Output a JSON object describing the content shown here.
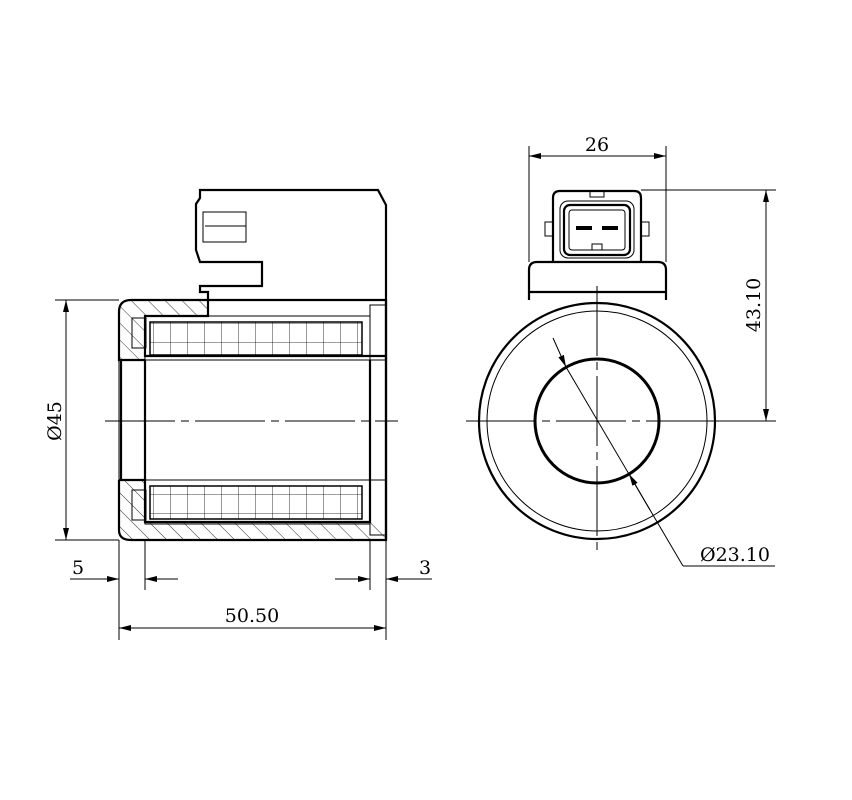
{
  "drawing": {
    "side_view": {
      "diameter_label": "Ø45",
      "left_offset_label": "5",
      "right_offset_label": "3",
      "length_label": "50.50"
    },
    "front_view": {
      "width_label": "26",
      "height_label": "43.10",
      "bore_diameter_label": "Ø23.10"
    },
    "colors": {
      "line": "#000000",
      "background": "#ffffff"
    }
  }
}
